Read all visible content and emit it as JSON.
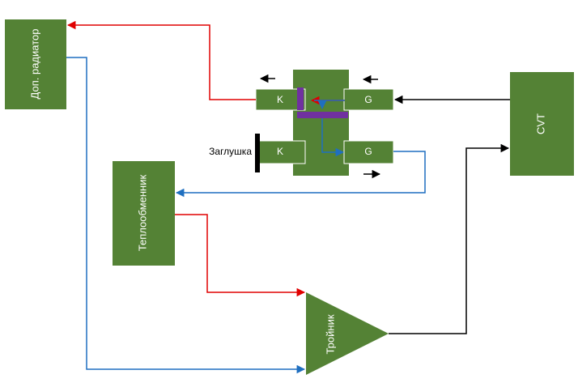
{
  "blocks": {
    "aux_radiator": "Доп. радиатор",
    "heat_exchanger": "Теплообменник",
    "tee": "Тройник",
    "cvt": "CVT"
  },
  "valve": {
    "port_k_top": "K",
    "port_g_top": "G",
    "port_k_bottom": "K",
    "port_g_bottom": "G"
  },
  "plug_label": "Заглушка",
  "colors": {
    "block_fill": "#548235",
    "port_fill": "#548235",
    "port_stroke": "#ffffff",
    "hot_line": "#e00000",
    "cold_line": "#1f6fc0",
    "return_line": "#000000",
    "internal_link": "#7030a0",
    "plug": "#000000"
  }
}
